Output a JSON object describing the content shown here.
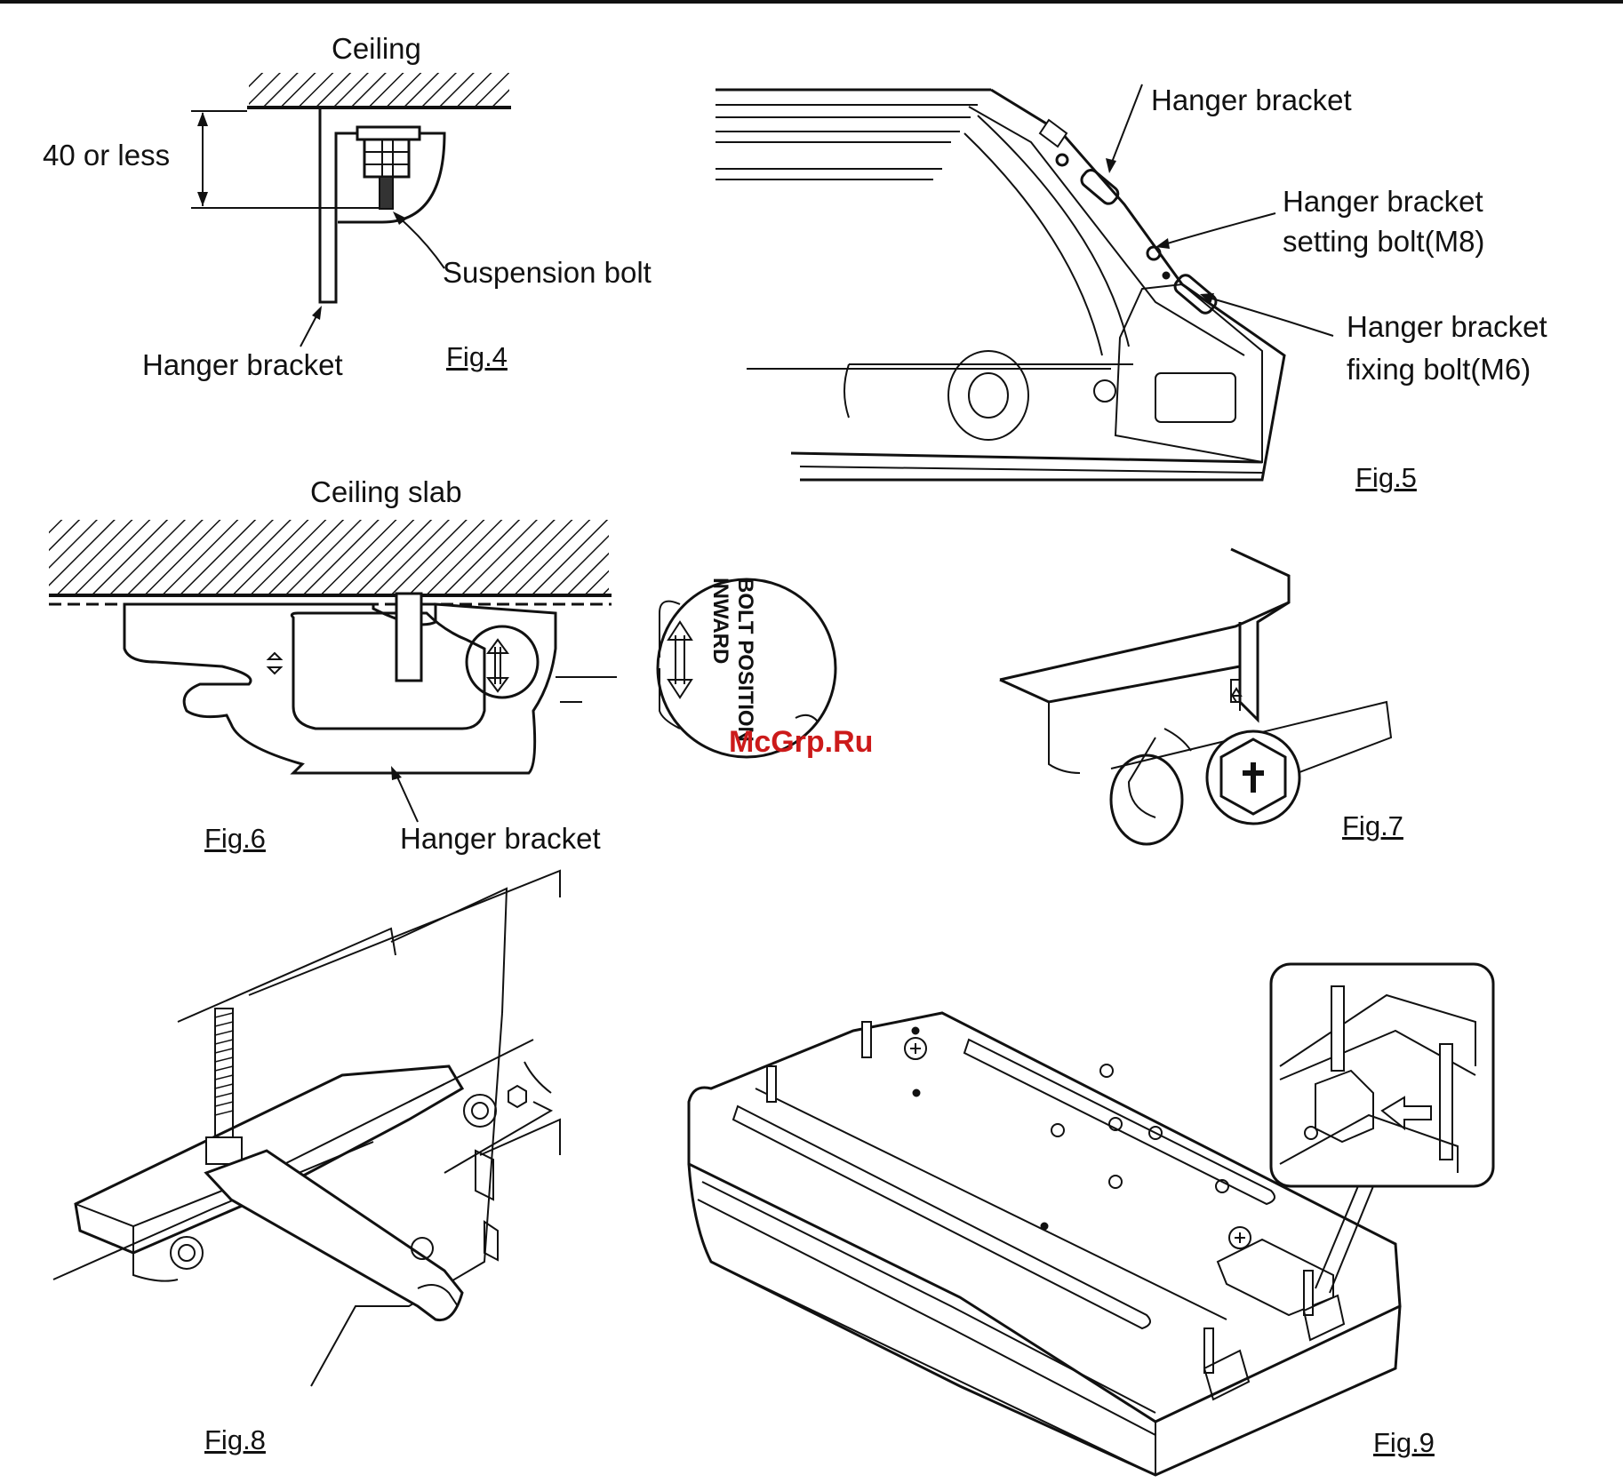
{
  "fig4": {
    "ceiling": "Ceiling",
    "dim": "40 or less",
    "suspension_bolt": "Suspension bolt",
    "hanger_bracket": "Hanger bracket",
    "caption": "Fig.4"
  },
  "fig5": {
    "hanger_bracket": "Hanger bracket",
    "setting_bolt_l1": "Hanger bracket",
    "setting_bolt_l2": "setting  bolt(M8)",
    "fixing_bolt_l1": "Hanger bracket",
    "fixing_bolt_l2": "fixing bolt(M6)",
    "caption": "Fig.5"
  },
  "fig6": {
    "ceiling_slab": "Ceiling slab",
    "bolt_position_l1": "BOLT POSITION",
    "bolt_position_l2": "INWARD",
    "hanger_bracket": "Hanger bracket",
    "caption": "Fig.6"
  },
  "fig7": {
    "caption": "Fig.7"
  },
  "fig8": {
    "caption": "Fig.8"
  },
  "fig9": {
    "caption": "Fig.9"
  },
  "watermark": "McGrp.Ru"
}
